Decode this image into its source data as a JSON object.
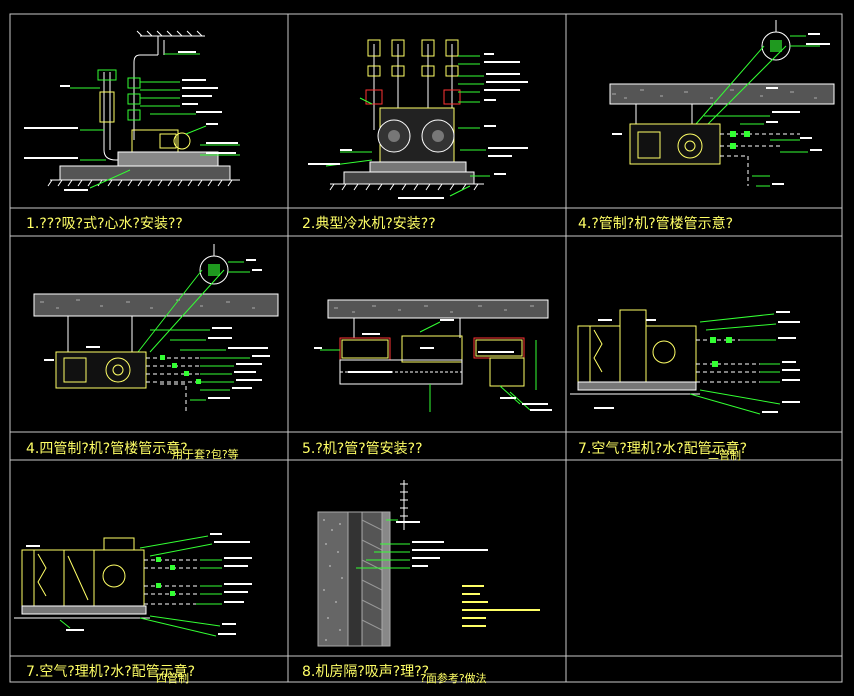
{
  "captions": [
    "1.???吸?式?心水?安装??",
    "2.典型冷水机?安装??",
    "4.?管制?机?管楼管示意?",
    "4.四管制?机?管楼管示意?",
    "5.?机?管?管安装??",
    "7.空气?理机?水?配管示意?",
    "7.空气?理机?水?配管示意?",
    "8.机房隔?吸声?理??"
  ],
  "caption_extras": [
    "用于套?包?等",
    "二管制",
    "四管制",
    "?面参考?做法"
  ],
  "colors": {
    "background": "#000000",
    "frame": "#c8c8c8",
    "caption": "#ffff66",
    "leader": "#33ff33",
    "equipment": "#ffff66",
    "label": "#ffffff",
    "pipe": "#ffffff",
    "concrete": "#c8c8c8",
    "accent_red": "#ff3333",
    "accent_cyan": "#33ffff"
  }
}
